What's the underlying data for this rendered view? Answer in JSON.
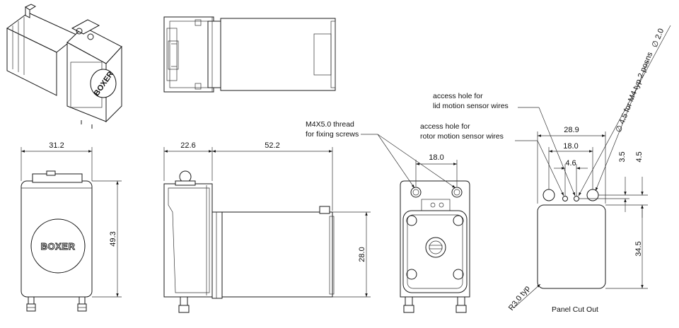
{
  "brand": "BOXER",
  "dims": {
    "front_width": "31.2",
    "front_height": "49.3",
    "side_head": "22.6",
    "side_body": "52.2",
    "side_motor_dia": "28.0",
    "back_hole_spacing": "18.0",
    "cut_overall": "28.9",
    "cut_holes": "18.0",
    "cut_sensor": "4.6",
    "cut_v1": "3.5",
    "cut_v2": "4.5",
    "cut_height": "34.5",
    "cut_radius": "R3.0 typ",
    "cut_dia_small": "∅ 2.0",
    "cut_dia_large": "∅ 4.5 for M4 typ 2 posns"
  },
  "notes": {
    "thread_l1": "M4X5.0 thread",
    "thread_l2": "for fixing screws",
    "rotor_l1": "access hole for",
    "rotor_l2": "rotor motion sensor wires",
    "lid_l1": "access hole for",
    "lid_l2": "lid motion sensor wires",
    "panel_title": "Panel Cut Out"
  }
}
